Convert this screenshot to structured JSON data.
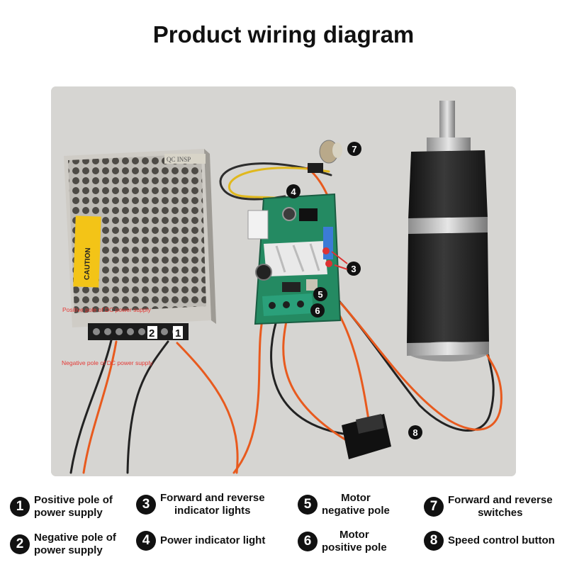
{
  "title": "Product wiring diagram",
  "photo": {
    "power_supply_plate": "QC INSP",
    "caution_label": "CAUTION",
    "positive_pole_note": "Positive pole of DC power supply",
    "negative_pole_note": "Negative pole of DC power supply",
    "terminal_marks": [
      "2",
      "1"
    ],
    "callouts": [
      "7",
      "4",
      "3",
      "5",
      "6",
      "8"
    ]
  },
  "legend": [
    {
      "num": "1",
      "text": "Positive pole of\npower supply"
    },
    {
      "num": "2",
      "text": "Negative pole of\npower supply"
    },
    {
      "num": "3",
      "text": "Forward and reverse\nindicator lights"
    },
    {
      "num": "4",
      "text": "Power indicator light"
    },
    {
      "num": "5",
      "text": "Motor\nnegative pole"
    },
    {
      "num": "6",
      "text": "Motor\npositive pole"
    },
    {
      "num": "7",
      "text": "Forward and reverse\nswitches"
    },
    {
      "num": "8",
      "text": "Speed control button"
    }
  ]
}
